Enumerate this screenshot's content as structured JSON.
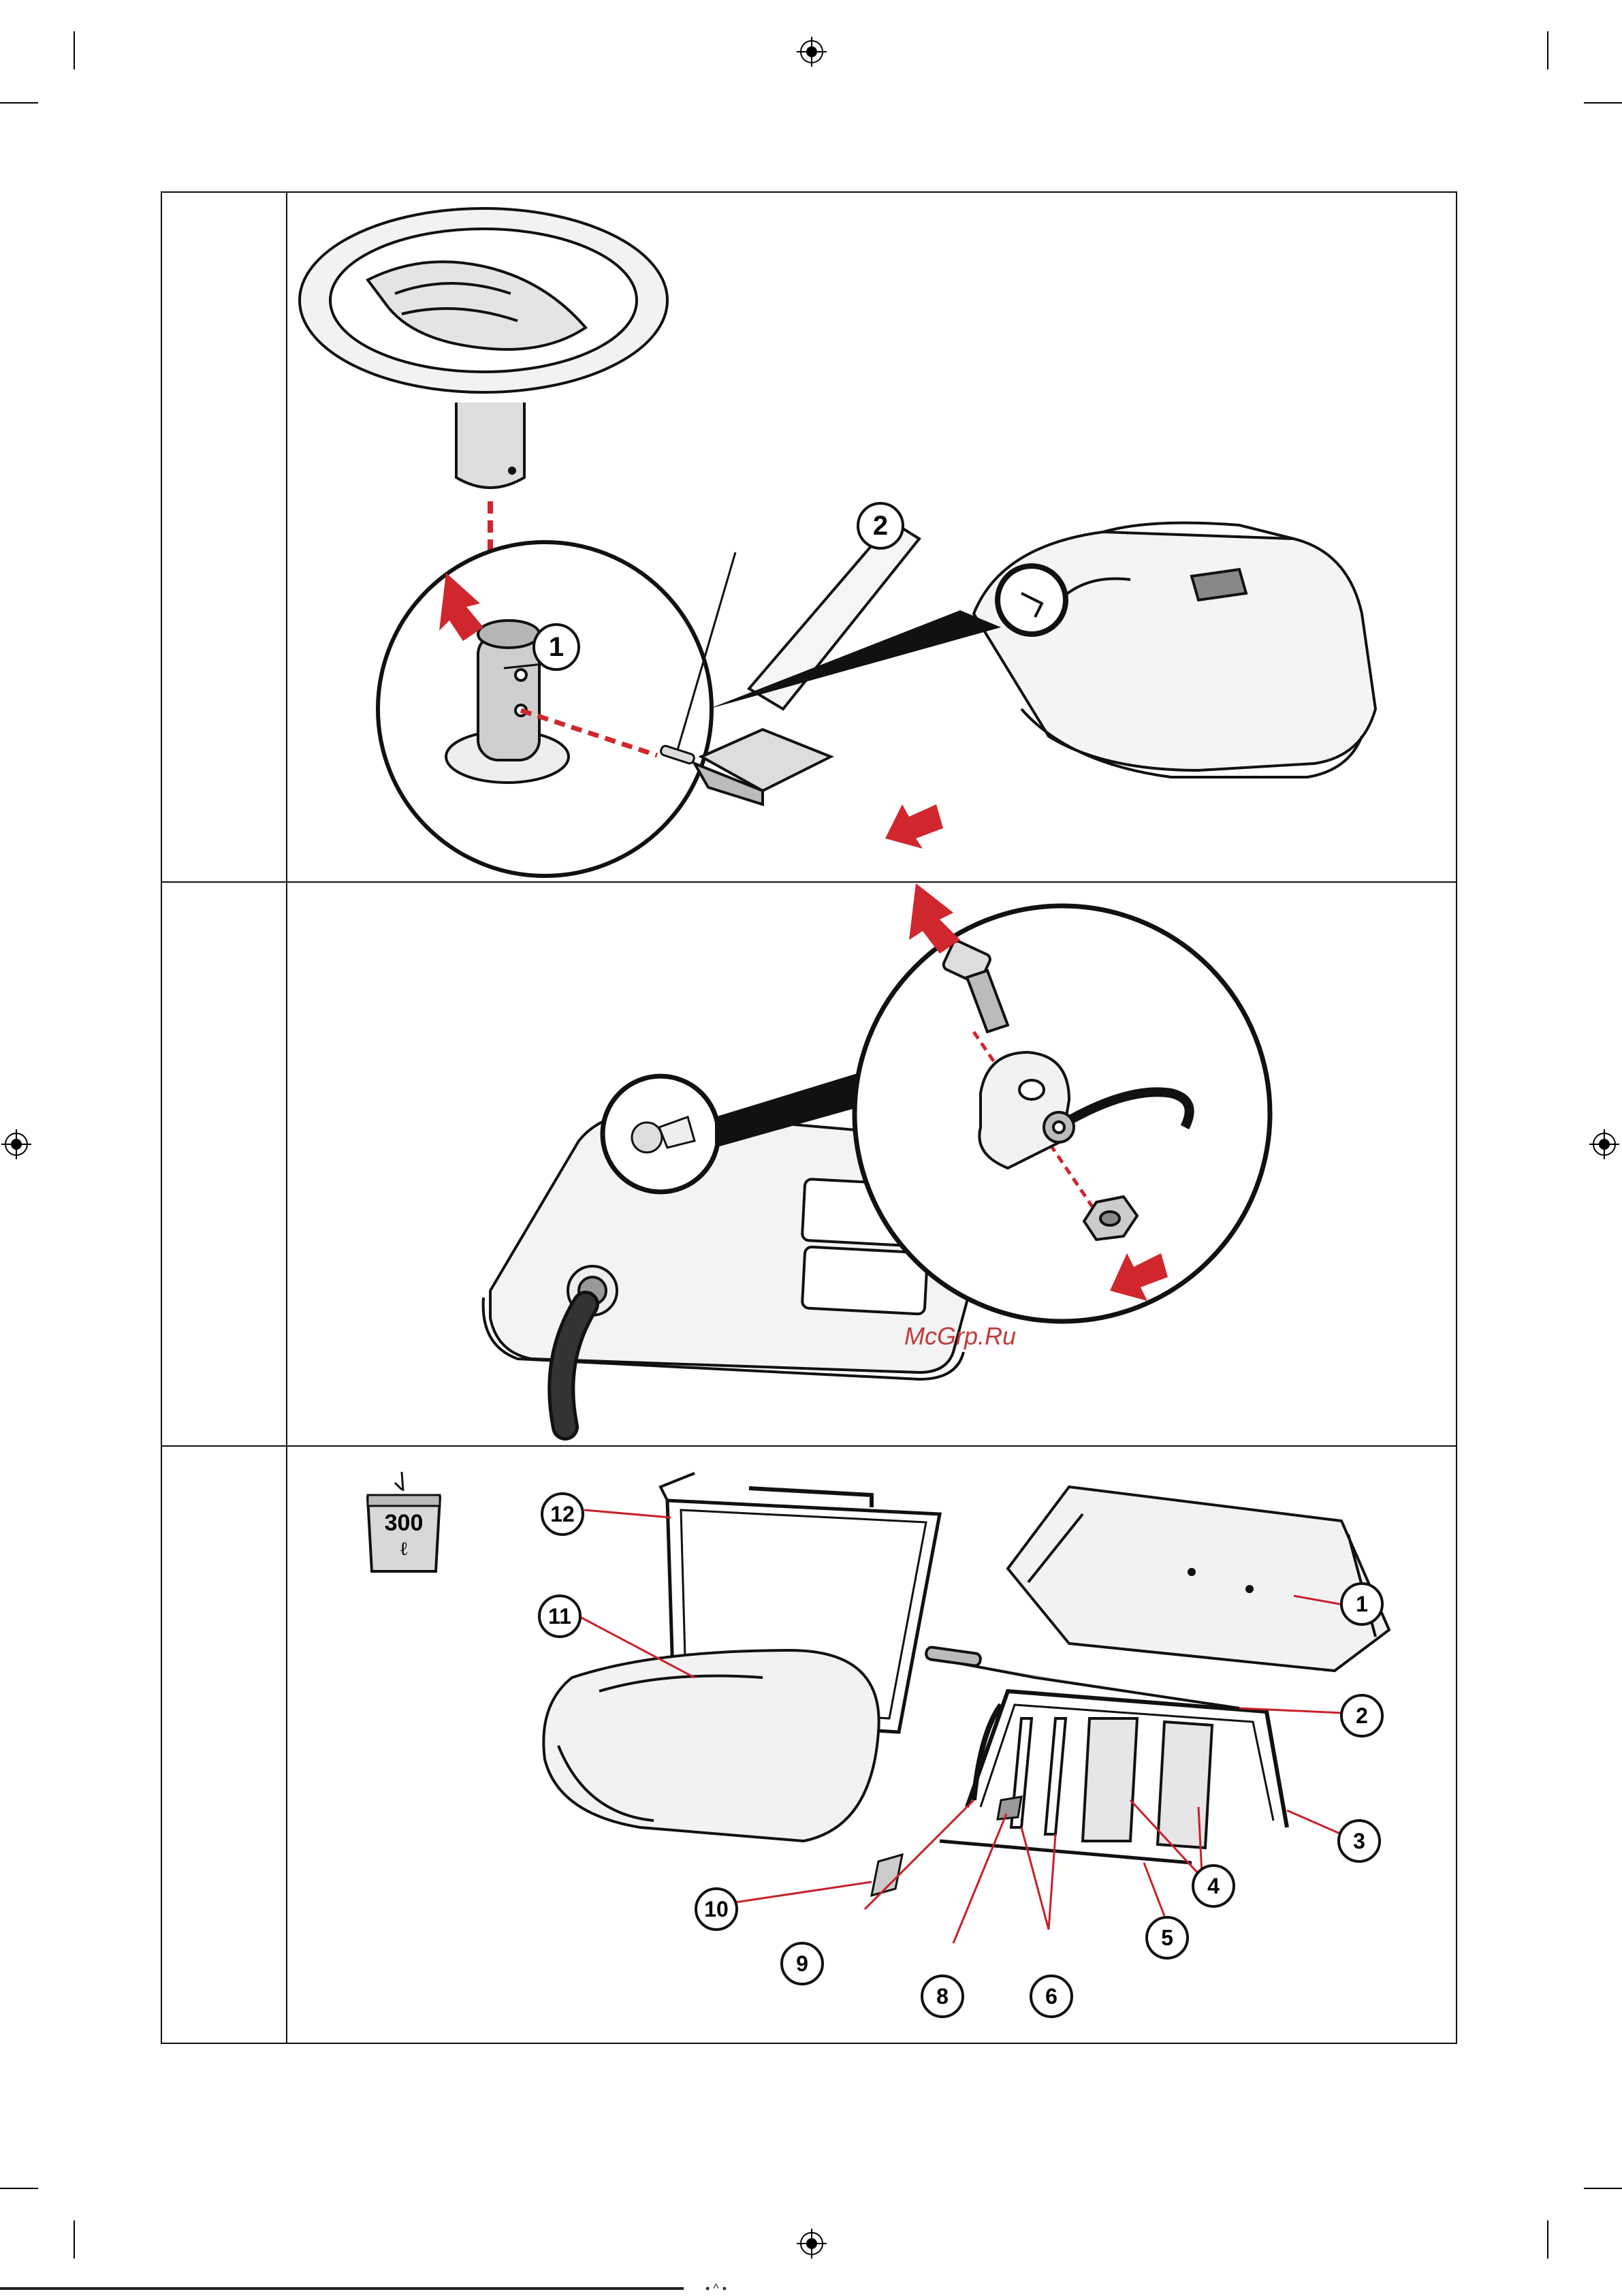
{
  "figures": {
    "top": {
      "callouts": [
        "1",
        "2"
      ]
    },
    "middle": {
      "watermark": "McGrp.Ru"
    },
    "bottom": {
      "tank_label": "300",
      "tank_unit": "ℓ",
      "callouts": [
        "1",
        "2",
        "3",
        "4",
        "5",
        "6",
        "8",
        "9",
        "10",
        "11",
        "12"
      ]
    }
  },
  "colors": {
    "arrow": "#d0262d",
    "line": "#111111",
    "leader": "#c8202a"
  },
  "footer": {
    "mark": "• ^ •"
  }
}
